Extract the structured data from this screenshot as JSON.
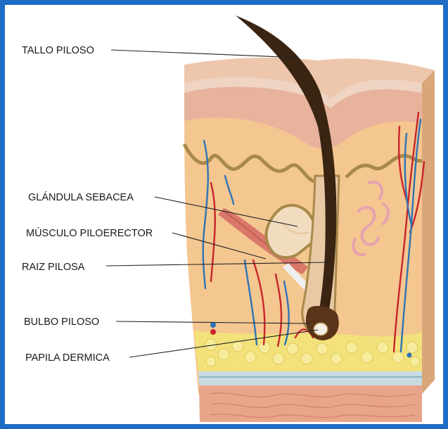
{
  "figure": {
    "labels": {
      "tallo": "TALLO PILOSO",
      "glandula": "GLÁNDULA SEBACEA",
      "musculo": "MÚSCULO PILOERECTOR",
      "raiz": "RAIZ PILOSA",
      "bulbo": "BULBO PILOSO",
      "papila": "PAPILA DERMICA"
    },
    "colors": {
      "frame": "#1f6cc4",
      "epidermis": "#e7b39d",
      "dermis": "#f4c690",
      "fat": "#f3e27b",
      "muscle_layer": "#e9a58a",
      "hair": "#3a2412",
      "artery": "#c8252b",
      "vein": "#2e74b6"
    }
  }
}
